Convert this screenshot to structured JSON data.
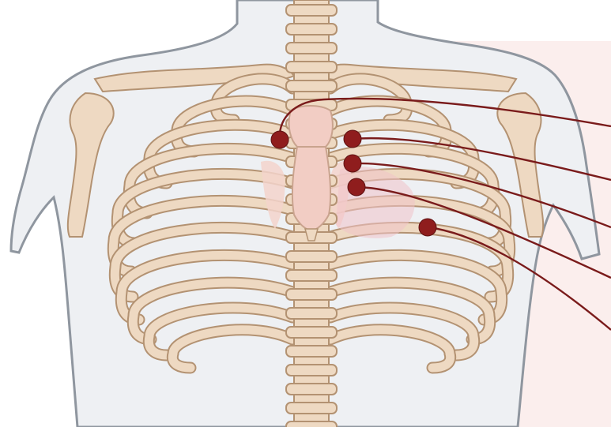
{
  "colors": {
    "background": "#ffffff",
    "panel": "#fbeeed",
    "skin_fill": "#eef0f3",
    "skin_outline": "#8f969f",
    "bone_fill": "#eed9c2",
    "bone_outline": "#b39272",
    "cartilage": "#f3d4cb",
    "sternum": "#f2cdc4",
    "heart_tint": "#f0c2c8",
    "electrode": "#8f1d1d",
    "lead_wire": "#7a1b1b"
  },
  "electrodes": [
    {
      "id": "electrode-1",
      "lead": "lead-1"
    },
    {
      "id": "electrode-2",
      "lead": "lead-2"
    },
    {
      "id": "electrode-3",
      "lead": "lead-3"
    },
    {
      "id": "electrode-4",
      "lead": "lead-4"
    },
    {
      "id": "electrode-5",
      "lead": "lead-5"
    }
  ]
}
